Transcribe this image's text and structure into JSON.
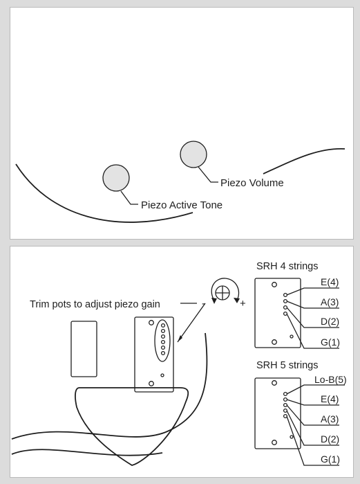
{
  "top_panel": {
    "piezo_volume_label": "Piezo Volume",
    "piezo_tone_label": "Piezo Active Tone",
    "knob_fill": "#e3e3e3"
  },
  "bottom_panel": {
    "trim_pots_label": "Trim pots to adjust piezo gain",
    "minus_sign": "-",
    "plus_sign": "+",
    "srh4": {
      "title": "SRH 4 strings",
      "strings": [
        "E(4)",
        "A(3)",
        "D(2)",
        "G(1)"
      ]
    },
    "srh5": {
      "title": "SRH 5 strings",
      "strings": [
        "Lo-B(5)",
        "E(4)",
        "A(3)",
        "D(2)",
        "G(1)"
      ]
    }
  },
  "colors": {
    "background": "#dcdcdc",
    "panel": "#ffffff",
    "line": "#1e1e1e"
  }
}
